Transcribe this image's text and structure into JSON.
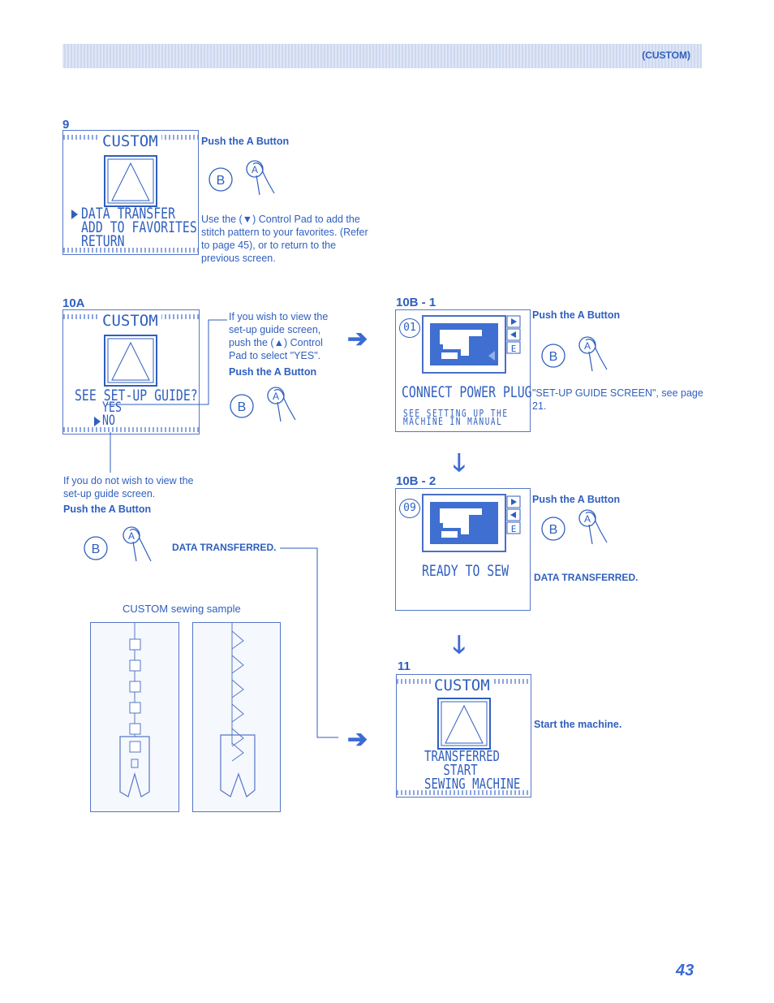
{
  "header": {
    "label": "(CUSTOM)"
  },
  "page_number": "43",
  "step9": {
    "number": "9",
    "screen_title": "CUSTOM",
    "menu": [
      "DATA TRANSFER",
      "ADD TO FAVORITES",
      "RETURN"
    ],
    "instruction_title": "Push the A Button",
    "btn_b": "B",
    "btn_a": "A",
    "description": "Use the (▼) Control Pad to add the stitch pattern to your favorites. (Refer to page 45), or to return to the previous screen."
  },
  "step10a": {
    "number": "10A",
    "screen_title": "CUSTOM",
    "question": "SEE SET-UP GUIDE?",
    "opt_yes": "YES",
    "opt_no": "NO",
    "note_yes": "If you wish to view the set-up guide screen, push the (▲) Control Pad to select \"YES\".",
    "push_a": "Push the A Button",
    "note_no": "If you do not wish to view the set-up guide screen.",
    "push_a_no": "Push the A Button",
    "data_transferred": "DATA TRANSFERRED.",
    "btn_b": "B",
    "btn_a": "A"
  },
  "sample": {
    "caption": "CUSTOM sewing sample"
  },
  "step10b1": {
    "number": "10B - 1",
    "code": "01",
    "msg": "CONNECT POWER PLUG",
    "sub1": "SEE SETTING UP THE",
    "sub2": "MACHINE IN MANUAL",
    "push_a": "Push the A Button",
    "note": "\"SET-UP GUIDE SCREEN\", see page 21.",
    "btn_b": "B",
    "btn_a": "A"
  },
  "step10b2": {
    "number": "10B - 2",
    "code": "09",
    "msg": "READY TO SEW",
    "push_a": "Push the A Button",
    "data_transferred": "DATA TRANSFERRED.",
    "btn_b": "B",
    "btn_a": "A"
  },
  "step11": {
    "number": "11",
    "screen_title": "CUSTOM",
    "line1": "TRANSFERRED",
    "line2": "START",
    "line3": "SEWING MACHINE",
    "instruction": "Start the machine."
  },
  "colors": {
    "accent": "#2f5fbf",
    "arrow": "#3b6ad6",
    "lcd_blue": "#3f6fd0"
  }
}
